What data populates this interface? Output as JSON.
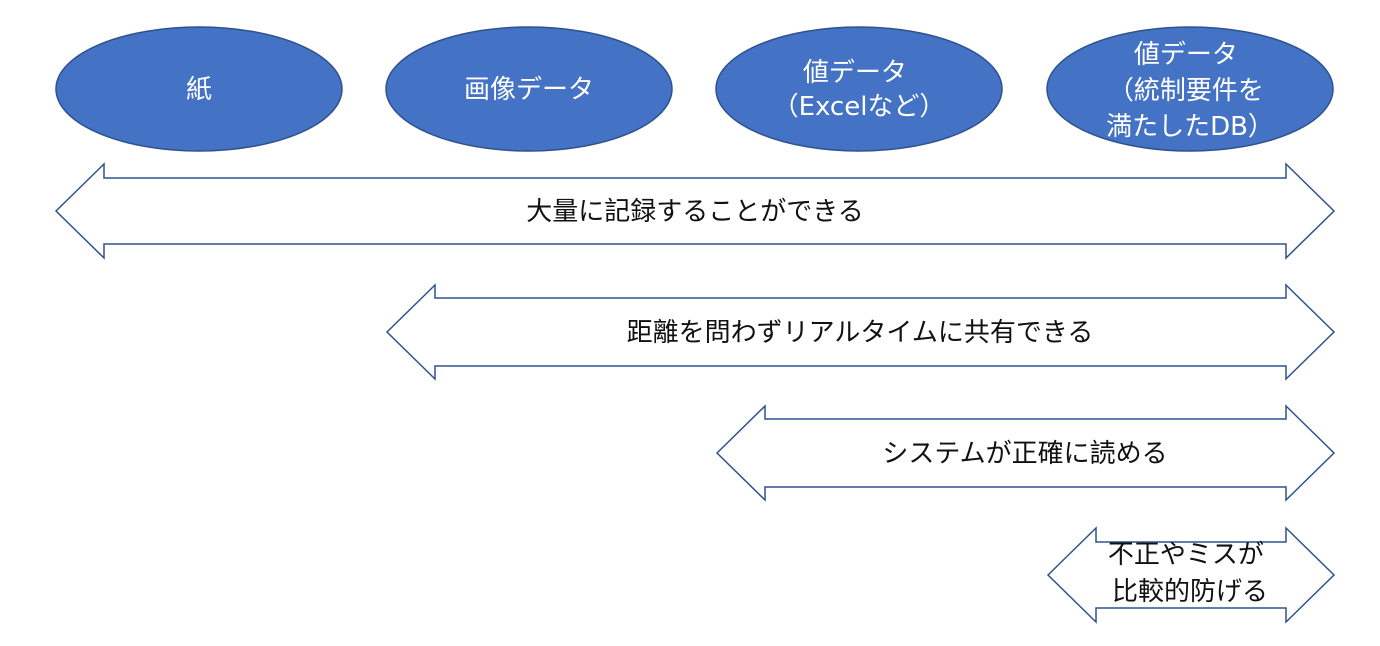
{
  "colors": {
    "ellipse_fill": "#4472C4",
    "ellipse_stroke": "#2F528F",
    "arrow_stroke": "#2F528F",
    "ellipse_text": "#FFFFFF",
    "arrow_text": "#111111"
  },
  "media": [
    {
      "lines": [
        "紙"
      ]
    },
    {
      "lines": [
        "画像データ"
      ]
    },
    {
      "lines": [
        "値データ",
        "（Excelなど）"
      ]
    },
    {
      "lines": [
        "値データ",
        "（統制要件を",
        "満たしたDB）"
      ]
    }
  ],
  "benefits": [
    {
      "lines": [
        "大量に記録することができる"
      ]
    },
    {
      "lines": [
        "距離を問わずリアルタイムに共有できる"
      ]
    },
    {
      "lines": [
        "システムが正確に読める"
      ]
    },
    {
      "lines": [
        "不正やミスが",
        "比較的防げる"
      ]
    }
  ]
}
